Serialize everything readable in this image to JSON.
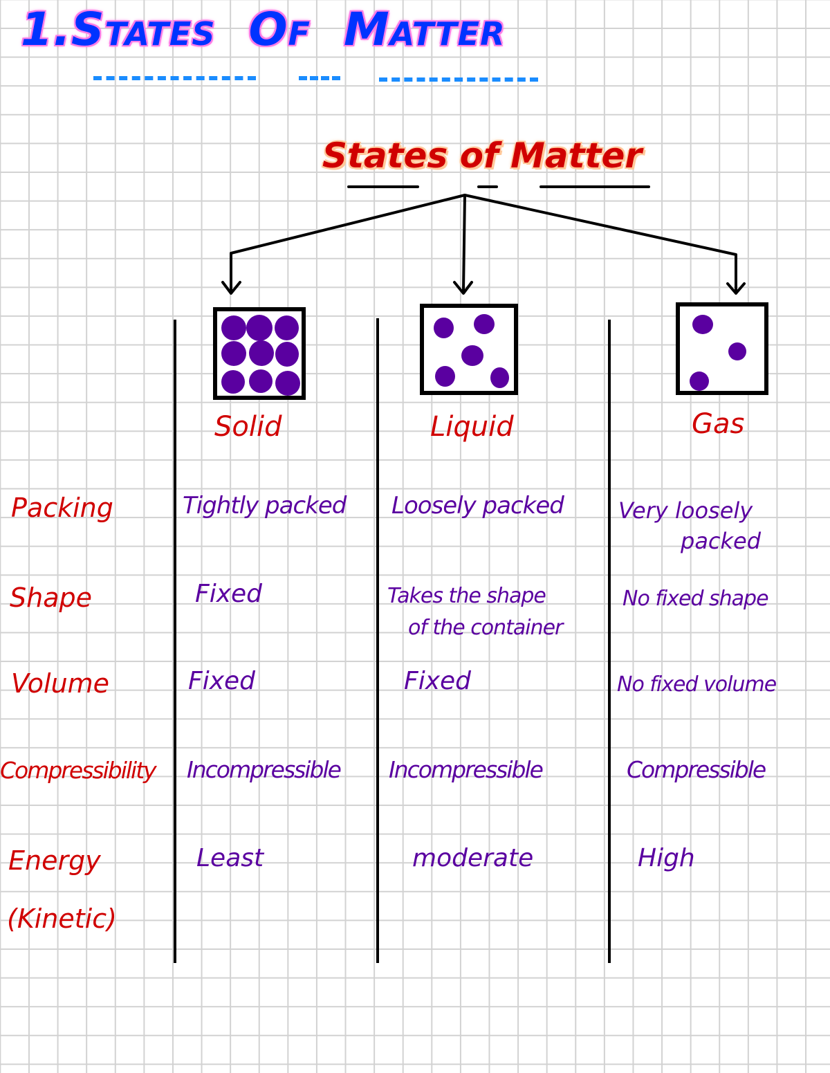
{
  "heading": {
    "number": "1.",
    "words": [
      "States",
      "Of",
      "Matter"
    ],
    "colors": {
      "ink": "#0033ff",
      "highlight": "#ff7ce6",
      "underline": "#1a8cff"
    }
  },
  "diagram": {
    "title": "States of Matter",
    "colors": {
      "ink": "#d00000",
      "highlight": "#ffc89a",
      "particles": "#5a00a0",
      "lines": "#000000"
    },
    "states": [
      {
        "name": "Solid",
        "particle_count": 9
      },
      {
        "name": "Liquid",
        "particle_count": 5
      },
      {
        "name": "Gas",
        "particle_count": 3
      }
    ]
  },
  "table": {
    "columns": [
      "Solid",
      "Liquid",
      "Gas"
    ],
    "rows": [
      {
        "property": "Packing",
        "property_note": "",
        "values": [
          "Tightly packed",
          "Loosely packed",
          "Very loosely packed"
        ]
      },
      {
        "property": "Shape",
        "property_note": "",
        "values": [
          "Fixed",
          "Takes the shape of the container",
          "No fixed shape"
        ]
      },
      {
        "property": "Volume",
        "property_note": "",
        "values": [
          "Fixed",
          "Fixed",
          "No fixed volume"
        ]
      },
      {
        "property": "Compressibility",
        "property_note": "",
        "values": [
          "Incompressible",
          "Incompressible",
          "Compressible"
        ]
      },
      {
        "property": "Energy",
        "property_note": "(Kinetic)",
        "values": [
          "Least",
          "moderate",
          "High"
        ]
      }
    ]
  },
  "lines": {
    "liquid_shape_line1": "Takes the shape",
    "liquid_shape_line2": "of the container",
    "gas_packing_line1": "Very loosely",
    "gas_packing_line2": "packed"
  }
}
